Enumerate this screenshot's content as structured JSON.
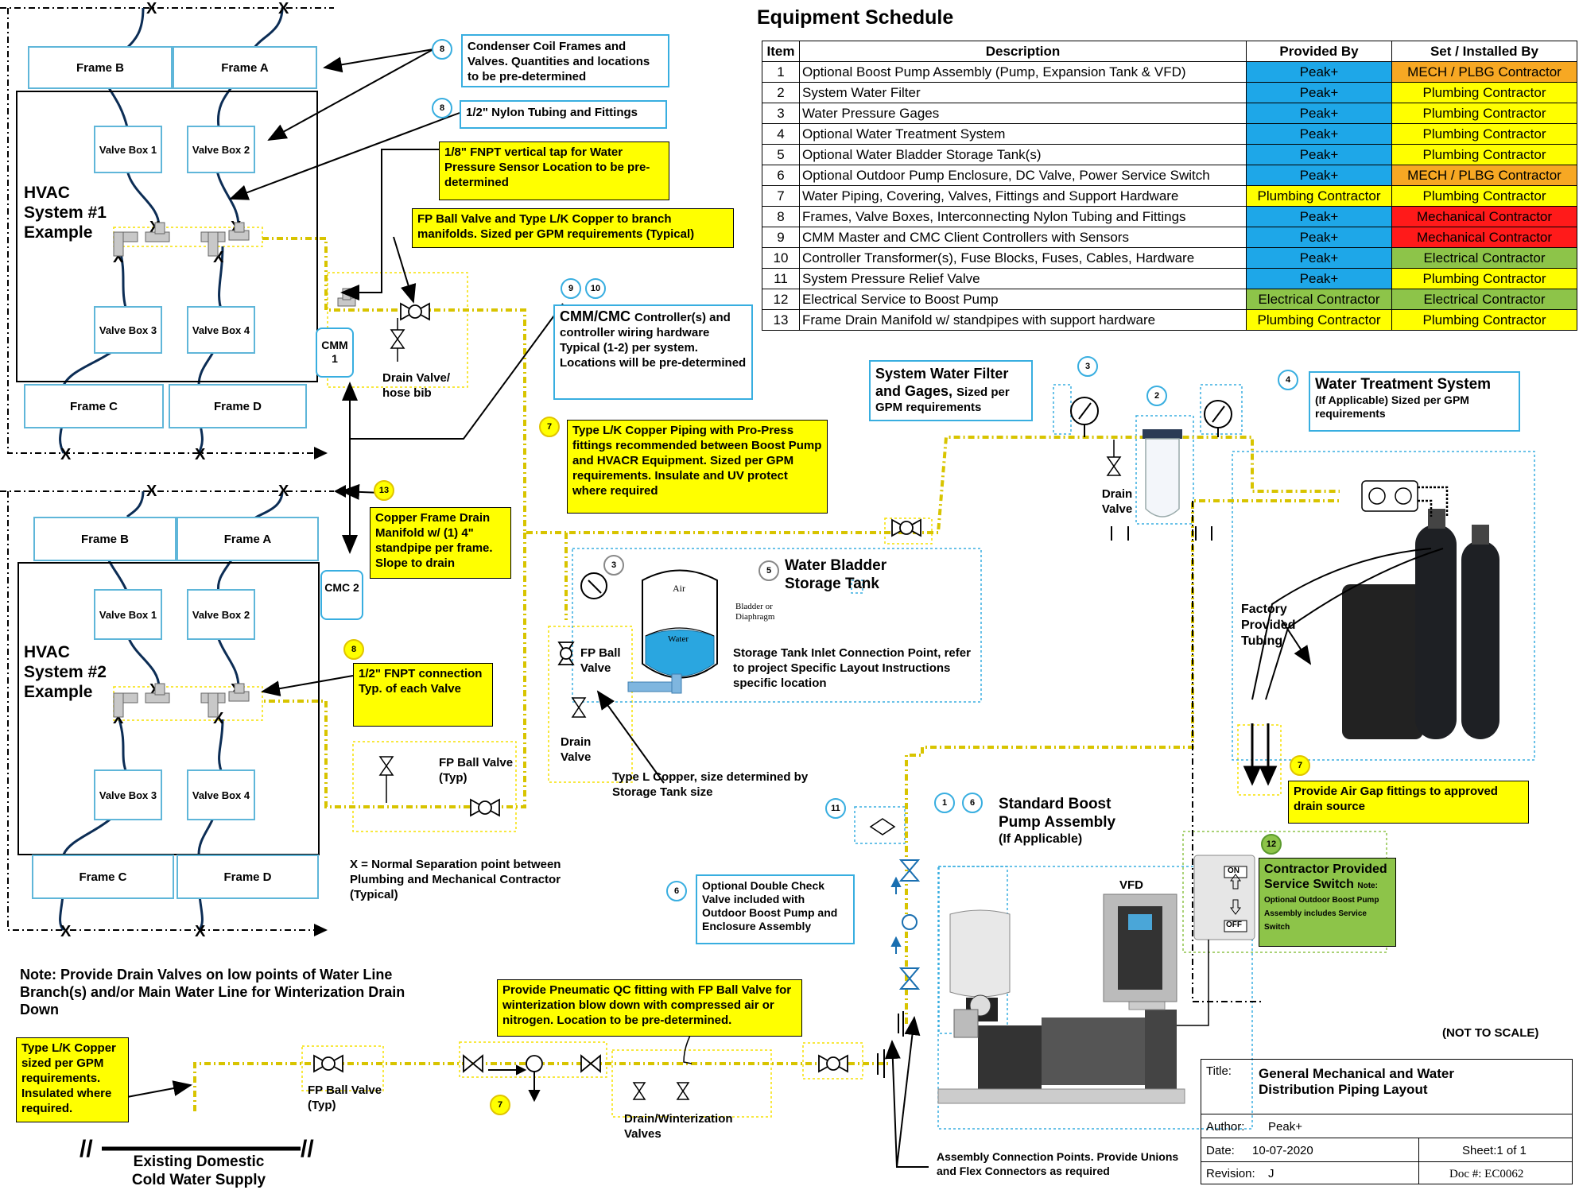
{
  "schedule": {
    "title": "Equipment Schedule",
    "headers": {
      "item": "Item",
      "description": "Description",
      "provided_by": "Provided By",
      "installed_by": "Set / Installed By"
    },
    "rows": [
      {
        "item": "1",
        "description": "Optional Boost Pump Assembly (Pump, Expansion Tank &   VFD)",
        "provided_by": "Peak+",
        "provided_color": "#1ea7e8",
        "installed_by": "MECH / PLBG Contractor",
        "installed_color": "#f7a823"
      },
      {
        "item": "2",
        "description": "System Water Filter",
        "provided_by": "Peak+",
        "provided_color": "#1ea7e8",
        "installed_by": "Plumbing Contractor",
        "installed_color": "#ffff00"
      },
      {
        "item": "3",
        "description": "Water Pressure Gages",
        "provided_by": "Peak+",
        "provided_color": "#1ea7e8",
        "installed_by": "Plumbing Contractor",
        "installed_color": "#ffff00"
      },
      {
        "item": "4",
        "description": "Optional Water Treatment System",
        "provided_by": "Peak+",
        "provided_color": "#1ea7e8",
        "installed_by": "Plumbing Contractor",
        "installed_color": "#ffff00"
      },
      {
        "item": "5",
        "description": "Optional Water Bladder Storage Tank(s)",
        "provided_by": "Peak+",
        "provided_color": "#1ea7e8",
        "installed_by": "Plumbing Contractor",
        "installed_color": "#ffff00"
      },
      {
        "item": "6",
        "description": "Optional Outdoor Pump Enclosure, DC Valve, Power Service Switch",
        "provided_by": "Peak+",
        "provided_color": "#1ea7e8",
        "installed_by": "MECH / PLBG Contractor",
        "installed_color": "#f7a823"
      },
      {
        "item": "7",
        "description": "Water Piping, Covering, Valves, Fittings and Support Hardware",
        "provided_by": "Plumbing Contractor",
        "provided_color": "#ffff00",
        "installed_by": "Plumbing Contractor",
        "installed_color": "#ffff00"
      },
      {
        "item": "8",
        "description": "Frames, Valve Boxes, Interconnecting Nylon Tubing and Fittings",
        "provided_by": "Peak+",
        "provided_color": "#1ea7e8",
        "installed_by": "Mechanical Contractor",
        "installed_color": "#ff1a1a"
      },
      {
        "item": "9",
        "description": "CMM Master and CMC Client Controllers with Sensors",
        "provided_by": "Peak+",
        "provided_color": "#1ea7e8",
        "installed_by": "Mechanical Contractor",
        "installed_color": "#ff1a1a"
      },
      {
        "item": "10",
        "description": "Controller Transformer(s), Fuse Blocks, Fuses, Cables, Hardware",
        "provided_by": "Peak+",
        "provided_color": "#1ea7e8",
        "installed_by": "Electrical Contractor",
        "installed_color": "#8dc449"
      },
      {
        "item": "11",
        "description": "System Pressure Relief Valve",
        "provided_by": "Peak+",
        "provided_color": "#1ea7e8",
        "installed_by": "Plumbing Contractor",
        "installed_color": "#ffff00"
      },
      {
        "item": "12",
        "description": "Electrical Service to Boost Pump",
        "provided_by": "Electrical Contractor",
        "provided_color": "#8dc449",
        "installed_by": "Electrical Contractor",
        "installed_color": "#8dc449"
      },
      {
        "item": "13",
        "description": "Frame Drain Manifold w/ standpipes with support hardware",
        "provided_by": "Plumbing Contractor",
        "provided_color": "#ffff00",
        "installed_by": "Plumbing Contractor",
        "installed_color": "#ffff00"
      }
    ]
  },
  "systems": {
    "s1": {
      "name": "HVAC System #1 Example",
      "frame_a": "Frame A",
      "frame_b": "Frame B",
      "frame_c": "Frame C",
      "frame_d": "Frame D",
      "vb1": "Valve Box 1",
      "vb2": "Valve Box 2",
      "vb3": "Valve Box 3",
      "vb4": "Valve Box 4"
    },
    "s2": {
      "name": "HVAC System #2 Example",
      "frame_a": "Frame A",
      "frame_b": "Frame B",
      "frame_c": "Frame C",
      "frame_d": "Frame D",
      "vb1": "Valve Box 1",
      "vb2": "Valve Box 2",
      "vb3": "Valve Box 3",
      "vb4": "Valve Box 4"
    }
  },
  "controllers": {
    "cmm": "CMM 1",
    "cmc": "CMC 2"
  },
  "callouts": {
    "condenser": "Condenser Coil Frames and Valves. Quantities and locations to be pre-determined",
    "nylon": "1/2\" Nylon Tubing and Fittings",
    "fnpt_tap": "1/8\" FNPT vertical tap for Water Pressure Sensor Location to be pre-determined",
    "fp_ball_copper": "FP Ball Valve and Type L/K Copper to branch manifolds. Sized per GPM requirements (Typical)",
    "controller_title": "CMM/CMC",
    "controller_text": "Controller(s) and controller wiring hardware Typical (1-2) per system. Locations will be pre-determined",
    "copper_pro_press": "Type L/K Copper Piping with Pro-Press fittings recommended between Boost Pump and HVACR Equipment. Sized per GPM requirements. Insulate and UV protect where required",
    "drain_manifold": "Copper Frame Drain Manifold w/ (1) 4\" standpipe per frame. Slope to drain",
    "fnpt_half": "1/2\" FNPT connection Typ. of each Valve",
    "filter_title": "System Water Filter and Gages,",
    "filter_sub": "Sized per GPM requirements",
    "treatment_title": "Water Treatment System",
    "treatment_sub": "(If Applicable) Sized per GPM requirements",
    "bladder_title": "Water Bladder Storage Tank",
    "storage_inlet": "Storage Tank Inlet Connection Point, refer to project Specific Layout Instructions specific location",
    "type_l_copper": "Type L Copper, size determined by Storage Tank size",
    "factory_tubing": "Factory Provided Tubing",
    "air_gap": "Provide Air Gap fittings to approved drain source",
    "boost_title": "Standard Boost Pump Assembly",
    "boost_sub": "(If Applicable)",
    "vfd": "VFD",
    "service_switch_title": "Contractor Provided Service Switch",
    "service_switch_note": "Note: Optional Outdoor Boost Pump Assembly includes Service Switch",
    "double_check": "Optional Double Check Valve included with Outdoor Boost Pump and Enclosure Assembly",
    "pneumatic": "Provide Pneumatic QC fitting with FP Ball Valve for winterization blow down with compressed air or nitrogen. Location to be pre-determined.",
    "drain_note": "Note: Provide Drain Valves on low points of Water Line Branch(s) and/or Main Water Line for Winterization Drain Down",
    "copper_sized": "Type L/K Copper sized per GPM requirements. Insulated where required.",
    "separation": "X = Normal Separation point between Plumbing and Mechanical Contractor (Typical)",
    "existing_supply": "Existing Domestic Cold Water Supply",
    "assembly_points": "Assembly Connection Points. Provide Unions and Flex Connectors as required",
    "not_to_scale": "(NOT TO SCALE)",
    "drain_valve_hose": "Drain Valve/ hose bib",
    "fp_ball_valve": "FP Ball Valve",
    "fp_ball_valve_typ": "FP Ball Valve (Typ)",
    "drain_valve": "Drain Valve",
    "drain_winterization": "Drain/Winterization Valves",
    "tank_air": "Air",
    "tank_water": "Water",
    "tank_bladder": "Bladder or Diaphragm",
    "switch_on": "ON",
    "switch_off": "OFF"
  },
  "badges": {
    "b8": "8",
    "b9": "9",
    "b10": "10",
    "b7": "7",
    "b13": "13",
    "b3": "3",
    "b5": "5",
    "b2": "2",
    "b4": "4",
    "b1": "1",
    "b6": "6",
    "b11": "11",
    "b12": "12"
  },
  "titleblock": {
    "title_label": "Title:",
    "title": "General Mechanical and Water Distribution Piping Layout",
    "author_label": "Author:",
    "author": "Peak+",
    "date_label": "Date:",
    "date": "10-07-2020",
    "sheet": "Sheet:1 of 1",
    "revision_label": "Revision:",
    "revision": "J",
    "doc": "Doc #: EC0062"
  }
}
